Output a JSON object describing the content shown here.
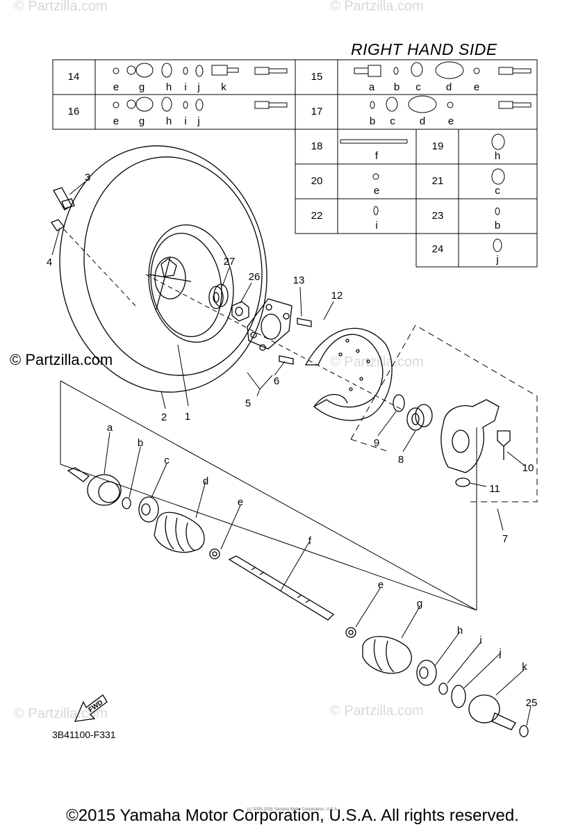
{
  "diagram": {
    "side_title": "RIGHT HAND SIDE",
    "watermark_text": "© Partzilla.com",
    "partzilla_mark": "© Partzilla.com",
    "drawing_code": "3B41100-F331",
    "fwd_label": "FWD",
    "footer": "©2015 Yamaha Motor Corporation, U.S.A. All rights reserved.",
    "fineprint": "(c) 2005-2016 Yamaha Motor Corporation, U.S.A."
  },
  "kit_table": {
    "rows": [
      {
        "ref": "14",
        "letters": [
          "e",
          "g",
          "h",
          "i",
          "j",
          "k"
        ]
      },
      {
        "ref": "15",
        "letters": [
          "a",
          "b",
          "c",
          "d",
          "e"
        ]
      },
      {
        "ref": "16",
        "letters": [
          "e",
          "g",
          "h",
          "i",
          "j"
        ]
      },
      {
        "ref": "17",
        "letters": [
          "b",
          "c",
          "d",
          "e"
        ]
      }
    ],
    "single": [
      {
        "ref": "18",
        "letter": "f"
      },
      {
        "ref": "19",
        "letter": "h"
      },
      {
        "ref": "20",
        "letter": "e"
      },
      {
        "ref": "21",
        "letter": "c"
      },
      {
        "ref": "22",
        "letter": "i"
      },
      {
        "ref": "23",
        "letter": "b"
      },
      {
        "ref": "24",
        "letter": "j"
      }
    ]
  },
  "callouts": {
    "n1": "1",
    "n2": "2",
    "n3": "3",
    "n4": "4",
    "n5": "5",
    "n6": "6",
    "n7": "7",
    "n8": "8",
    "n9": "9",
    "n10": "10",
    "n11": "11",
    "n12": "12",
    "n13": "13",
    "n25": "25",
    "n26": "26",
    "n27": "27",
    "a": "a",
    "b": "b",
    "c": "c",
    "d": "d",
    "e1": "e",
    "e2": "e",
    "f": "f",
    "g": "g",
    "h": "h",
    "i": "i",
    "j": "j",
    "k": "k"
  }
}
